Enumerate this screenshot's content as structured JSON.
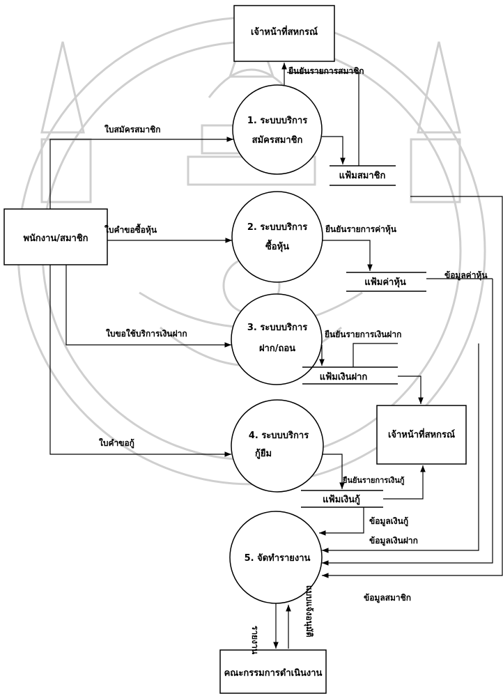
{
  "entities": {
    "staff_top": "เจ้าหน้าที่สหกรณ์",
    "member": "พนักงาน/สมาชิก",
    "staff_mid": "เจ้าหน้าที่สหกรณ์",
    "committee": "คณะกรรมการดำเนินงาน"
  },
  "processes": {
    "p1": {
      "num": "1. ระบบบริการ",
      "name": "สมัครสมาชิก"
    },
    "p2": {
      "num": "2. ระบบบริการ",
      "name": "ซื้อหุ้น"
    },
    "p3": {
      "num": "3. ระบบบริการ",
      "name": "ฝาก/ถอน"
    },
    "p4": {
      "num": "4. ระบบบริการ",
      "name": "กู้ยืม"
    },
    "p5": {
      "num": "5. จัดทำรายงาน"
    }
  },
  "datastores": {
    "d1": "แฟ้มสมาชิก",
    "d2": "แฟ้มค่าหุ้น",
    "d3": "แฟ้มเงินฝาก",
    "d4": "แฟ้มเงินกู้"
  },
  "flows": {
    "confirm_member": "ยืนยันรายการสมาชิก",
    "apply_form": "ใบสมัครสมาชิก",
    "buy_share_form": "ใบคำขอซื้อหุ้น",
    "confirm_share": "ยืนยันรายการค่าหุ้น",
    "share_data": "ข้อมูลค่าหุ้น",
    "deposit_form": "ใบขอใช้บริการเงินฝาก",
    "confirm_deposit": "ยืนยันรายการเงินฝาก",
    "loan_form": "ใบคำขอกู้",
    "confirm_loan": "ยืนยันรายการเงินกู้",
    "loan_data": "ข้อมูลเงินกู้",
    "deposit_data": "ข้อมูลเงินฝาก",
    "member_data": "ข้อมูลสมาชิก",
    "report": "รายงาน",
    "approval_form": "แบบแจ้งอนุมัติ"
  },
  "colors": {
    "line": "#000000",
    "watermark": "#c8c8c8"
  }
}
